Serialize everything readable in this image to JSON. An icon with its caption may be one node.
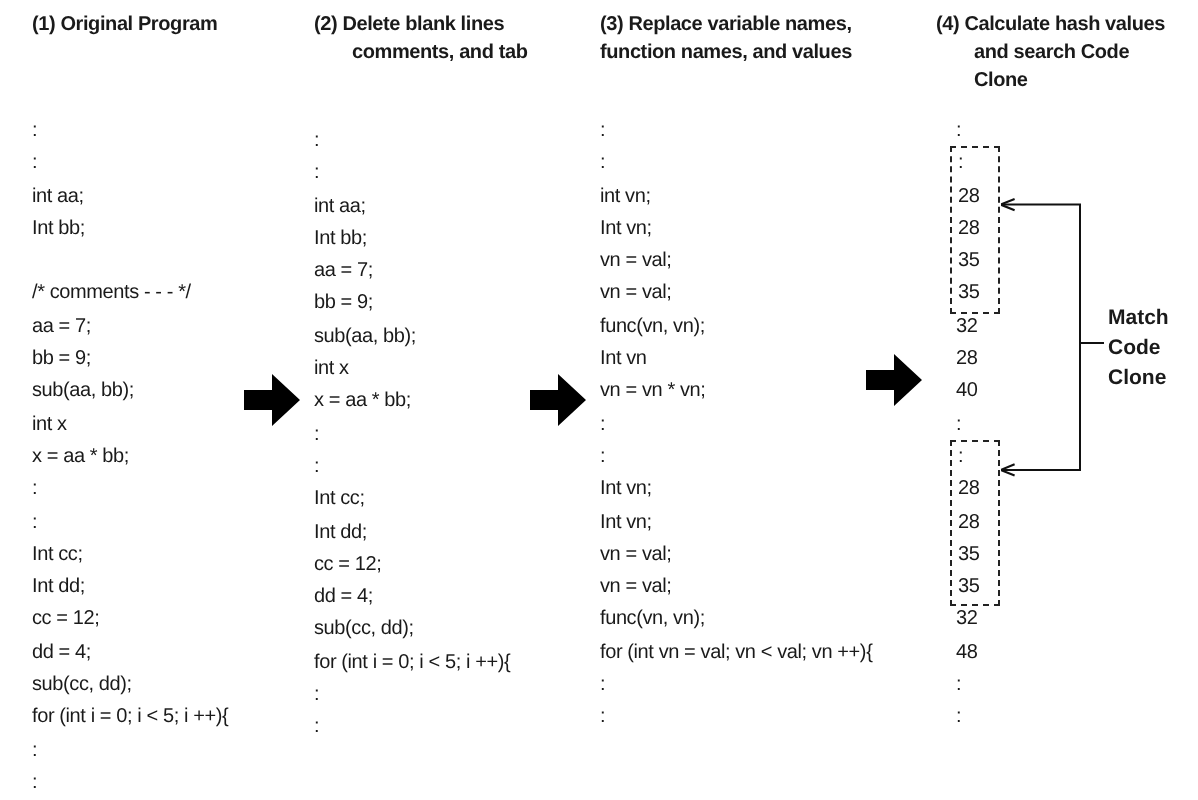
{
  "diagram": {
    "nodes": [
      {
        "text": [
          "(1) Original Program",
          ":",
          ":",
          "int aa;",
          "Int bb;",
          "/* comments - - - */",
          "aa = 7;",
          "bb = 9;",
          "sub(aa, bb);",
          "int x",
          "x = aa * bb;",
          ":",
          ":",
          "Int cc;",
          "Int dd;",
          "cc = 12;",
          "dd = 4;",
          "sub(cc, dd);",
          "for (int i = 0; i < 5; i ++){",
          ":",
          ":"
        ]
      },
      {
        "text": [
          "(2) Delete blank lines comments, and tab",
          ":",
          ":",
          "int aa;",
          "Int bb;",
          "aa = 7;",
          "bb = 9;",
          "sub(aa, bb);",
          "int x",
          "x = aa * bb;",
          ":",
          ":",
          "Int cc;",
          "Int dd;",
          "cc = 12;",
          "dd = 4;",
          "sub(cc, dd);",
          "for (int i = 0; i < 5; i ++){",
          ":",
          ":"
        ]
      },
      {
        "text": [
          "(3) Replace variable names, function names, and values",
          ":",
          ":",
          "int vn;",
          "Int vn;",
          "vn = val;",
          "vn = val;",
          "func(vn, vn);",
          "Int vn",
          "vn = vn * vn;",
          ":",
          ":",
          "Int vn;",
          "Int vn;",
          "vn = val;",
          "vn = val;",
          "func(vn, vn);",
          "for (int vn = val; vn < val; vn ++){",
          ":",
          ":"
        ]
      },
      {
        "text": [
          "(4) Calculate hash values and search Code Clone",
          ":",
          "32",
          "28",
          "40",
          ":",
          "32",
          "48",
          ":",
          ":"
        ]
      },
      {
        "text": [
          ":",
          "28",
          "28",
          "35",
          "35"
        ],
        "in": 3
      },
      {
        "text": [
          ":",
          "28",
          "28",
          "35",
          "35"
        ],
        "in": 3
      },
      {
        "text": [
          "Match Code Clone"
        ]
      }
    ],
    "edges": [
      {
        "from": 0,
        "to": 1,
        "arrow": "to",
        "style": "thick"
      },
      {
        "from": 1,
        "to": 2,
        "arrow": "to",
        "style": "thick"
      },
      {
        "from": 2,
        "to": 3,
        "arrow": "to",
        "style": "thick"
      },
      {
        "from": 6,
        "to": 4,
        "arrow": "to"
      },
      {
        "from": 6,
        "to": 5,
        "arrow": "to"
      }
    ]
  }
}
